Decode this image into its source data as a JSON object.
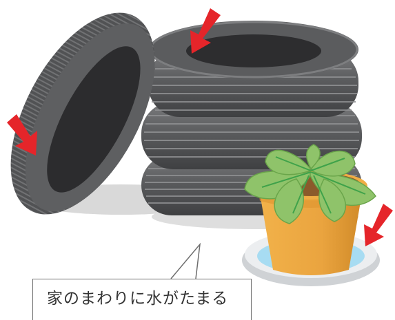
{
  "caption": {
    "text": "家のまわりに水がたまる"
  },
  "colors": {
    "tire_outer": "#5f6062",
    "tire_tread_dark": "#4f5052",
    "tire_tread_light": "#9c9d9f",
    "tire_inner": "#2e2e30",
    "arrow": "#e5252a",
    "pot": "#eaa43f",
    "pot_shadow": "#d98e29",
    "saucer": "#e6e8ea",
    "water": "#9fd7f0",
    "leaf": "#8fc36a",
    "leaf_vein": "#3fa24a",
    "soil": "#8b5a2b",
    "ground_shadow": "#d8d8d8",
    "callout_line": "#6d6d6d"
  },
  "icons": [
    "tire-stack",
    "leaning-tire",
    "potted-plant",
    "water-saucer",
    "red-arrow"
  ]
}
